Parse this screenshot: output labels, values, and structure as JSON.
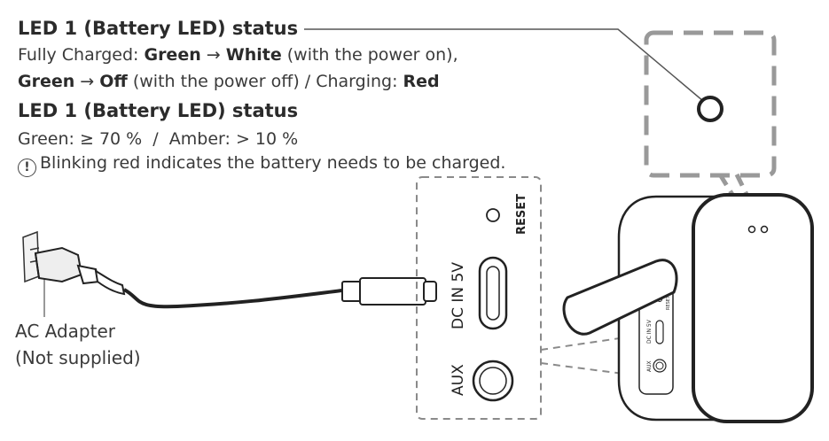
{
  "heading1": "LED 1 (Battery LED) status",
  "line1": {
    "prefix": "Fully Charged: ",
    "green": "Green",
    "arrow": " → ",
    "white": "White",
    "suffix": " (with the power on),"
  },
  "line2": {
    "green": "Green",
    "arrow": " → ",
    "off": "Off",
    "middle": " (with the power off) / Charging: ",
    "red": "Red"
  },
  "heading2": "LED 1 (Battery LED) status",
  "line3": {
    "green_label": "Green",
    "green_value": ": ≥ 70 %",
    "sep": "  /  ",
    "amber_label": "Amber",
    "amber_value": ": > 10 %"
  },
  "warning": {
    "icon_glyph": "!",
    "text": "Blinking red indicates the battery needs to be charged."
  },
  "adapter": {
    "line1": "AC Adapter",
    "line2": "(Not supplied)"
  },
  "panel": {
    "reset": "RESET",
    "dc_in": "DC IN 5V",
    "aux": "AUX"
  },
  "speaker_small": {
    "reset": "RESET",
    "dc_in": "DC IN 5V",
    "aux": "AUX"
  },
  "colors": {
    "line": "#222222",
    "dashed": "#8a8a8a",
    "text": "#3a3a3a"
  }
}
